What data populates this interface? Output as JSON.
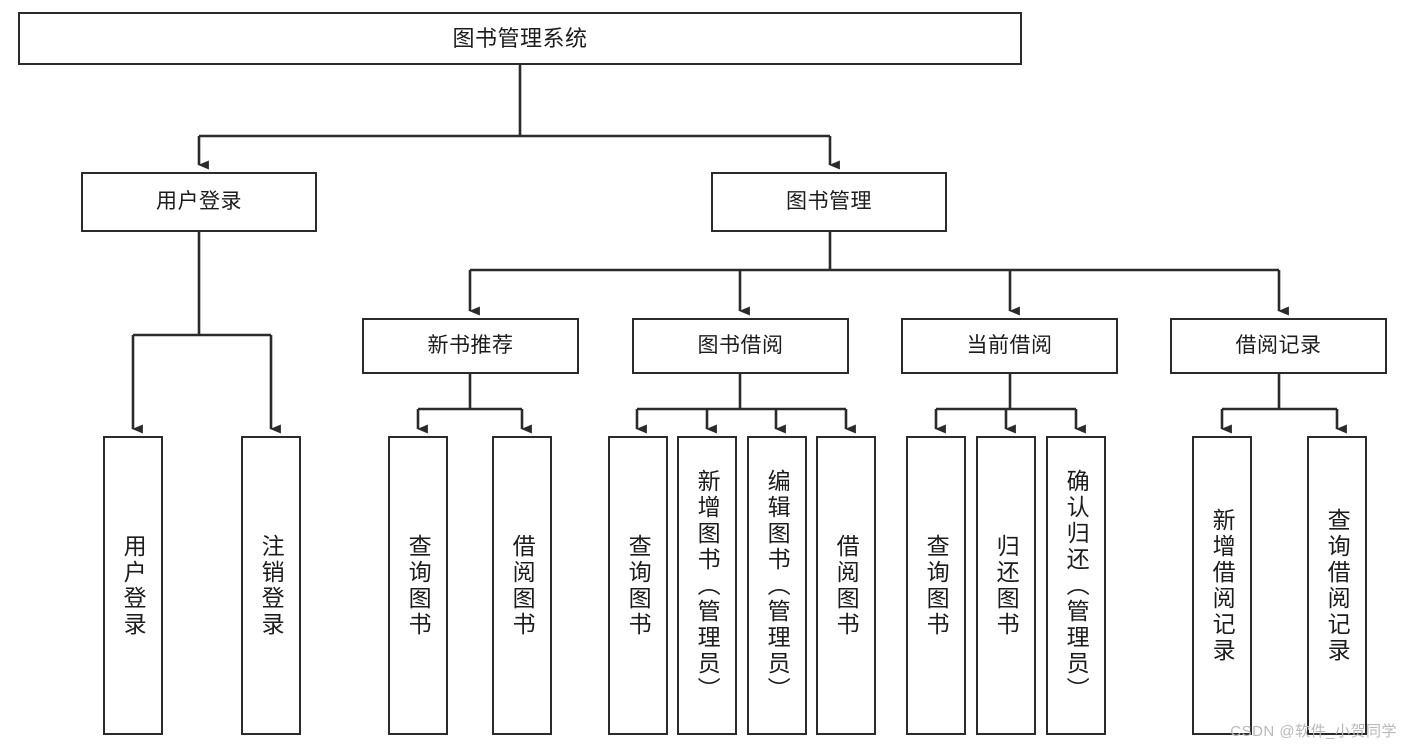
{
  "diagram": {
    "title": "图书管理系统",
    "type": "tree",
    "watermark": "CSDN @软件_小贺同学",
    "colors": {
      "stroke": "#2b2b2b",
      "fill": "#ffffff",
      "text": "#1c1c1c",
      "watermark": "#b9b9b9"
    },
    "levels": {
      "root": "图书管理系统",
      "level2": [
        "用户登录",
        "图书管理"
      ],
      "level3": [
        "新书推荐",
        "图书借阅",
        "当前借阅",
        "借阅记录"
      ]
    }
  },
  "nodes": {
    "root": {
      "label": "图书管理系统"
    },
    "user_login": {
      "label": "用户登录"
    },
    "book_manage": {
      "label": "图书管理"
    },
    "new_book_rec": {
      "label": "新书推荐"
    },
    "book_borrow": {
      "label": "图书借阅"
    },
    "current_borrow": {
      "label": "当前借阅"
    },
    "borrow_record": {
      "label": "借阅记录"
    },
    "leaf_user_login": {
      "label": "用户登录"
    },
    "leaf_logout": {
      "label": "注销登录"
    },
    "leaf_query_book_1": {
      "label": "查询图书"
    },
    "leaf_borrow_book_1": {
      "label": "借阅图书"
    },
    "leaf_query_book_2": {
      "label": "查询图书"
    },
    "leaf_add_book": {
      "label": "新增图书（管理员）"
    },
    "leaf_edit_book": {
      "label": "编辑图书（管理员）"
    },
    "leaf_borrow_book_2": {
      "label": "借阅图书"
    },
    "leaf_query_book_3": {
      "label": "查询图书"
    },
    "leaf_return_book": {
      "label": "归还图书"
    },
    "leaf_confirm_return": {
      "label": "确认归还（管理员）"
    },
    "leaf_add_record": {
      "label": "新增借阅记录"
    },
    "leaf_query_record": {
      "label": "查询借阅记录"
    }
  },
  "chart_data": {
    "type": "diagram",
    "title": "图书管理系统",
    "tree": [
      {
        "label": "图书管理系统",
        "children": [
          {
            "label": "用户登录",
            "children": [
              {
                "label": "用户登录"
              },
              {
                "label": "注销登录"
              }
            ]
          },
          {
            "label": "图书管理",
            "children": [
              {
                "label": "新书推荐",
                "children": [
                  {
                    "label": "查询图书"
                  },
                  {
                    "label": "借阅图书"
                  }
                ]
              },
              {
                "label": "图书借阅",
                "children": [
                  {
                    "label": "查询图书"
                  },
                  {
                    "label": "新增图书（管理员）"
                  },
                  {
                    "label": "编辑图书（管理员）"
                  },
                  {
                    "label": "借阅图书"
                  }
                ]
              },
              {
                "label": "当前借阅",
                "children": [
                  {
                    "label": "查询图书"
                  },
                  {
                    "label": "归还图书"
                  },
                  {
                    "label": "确认归还（管理员）"
                  }
                ]
              },
              {
                "label": "借阅记录",
                "children": [
                  {
                    "label": "新增借阅记录"
                  },
                  {
                    "label": "查询借阅记录"
                  }
                ]
              }
            ]
          }
        ]
      }
    ]
  }
}
